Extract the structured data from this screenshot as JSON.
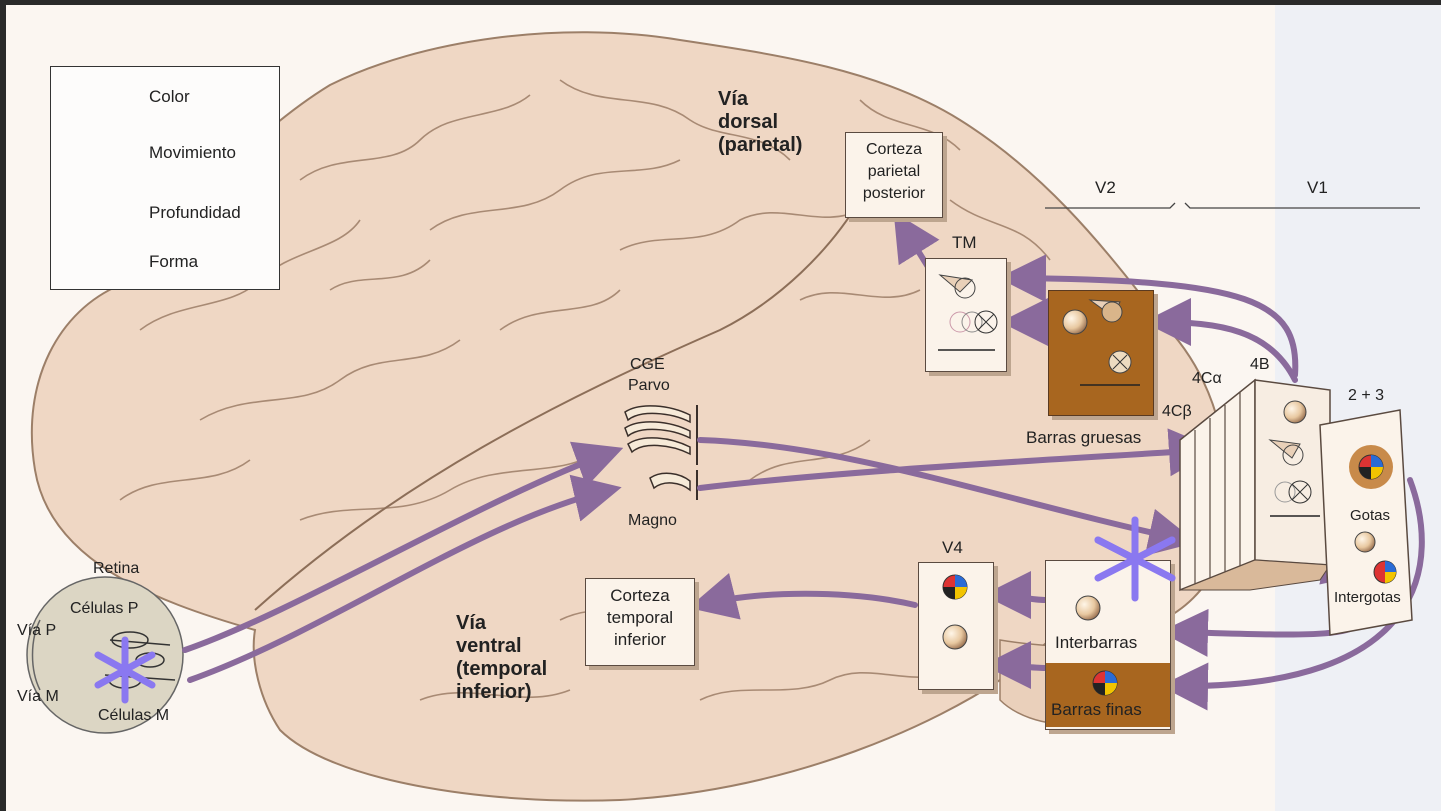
{
  "legend": {
    "color": "Color",
    "movement": "Movimiento",
    "depth": "Profundidad",
    "form": "Forma"
  },
  "pathways": {
    "dorsal": "Vía\ndorsal\n(parietal)",
    "ventral": "Vía\nventral\n(temporal\ninferior)"
  },
  "areas": {
    "posterior_parietal": "Corteza\nparietal\nposterior",
    "inferior_temporal": "Corteza\ntemporal\ninferior",
    "mt": "TM",
    "v4": "V4",
    "v2": "V2",
    "v1": "V1",
    "thick_stripes": "Barras gruesas",
    "interstripes": "Interbarras",
    "thin_stripes": "Barras finas",
    "layer_4ca": "4Cα",
    "layer_4cb": "4Cβ",
    "layer_4b": "4B",
    "layer_23": "2 + 3",
    "blobs": "Gotas",
    "interblobs": "Intergotas"
  },
  "lgn": {
    "title": "CGE",
    "parvo": "Parvo",
    "magno": "Magno"
  },
  "retina": {
    "title": "Retina",
    "p_cells": "Células P",
    "m_cells": "Células M",
    "p_path": "Vía P",
    "m_path": "Vía M"
  },
  "colors": {
    "brain": "#efd7c4",
    "arrow": "#8a6a9c",
    "thick_stripe_box": "#a8661f",
    "asterisk": "#8a78f0"
  }
}
